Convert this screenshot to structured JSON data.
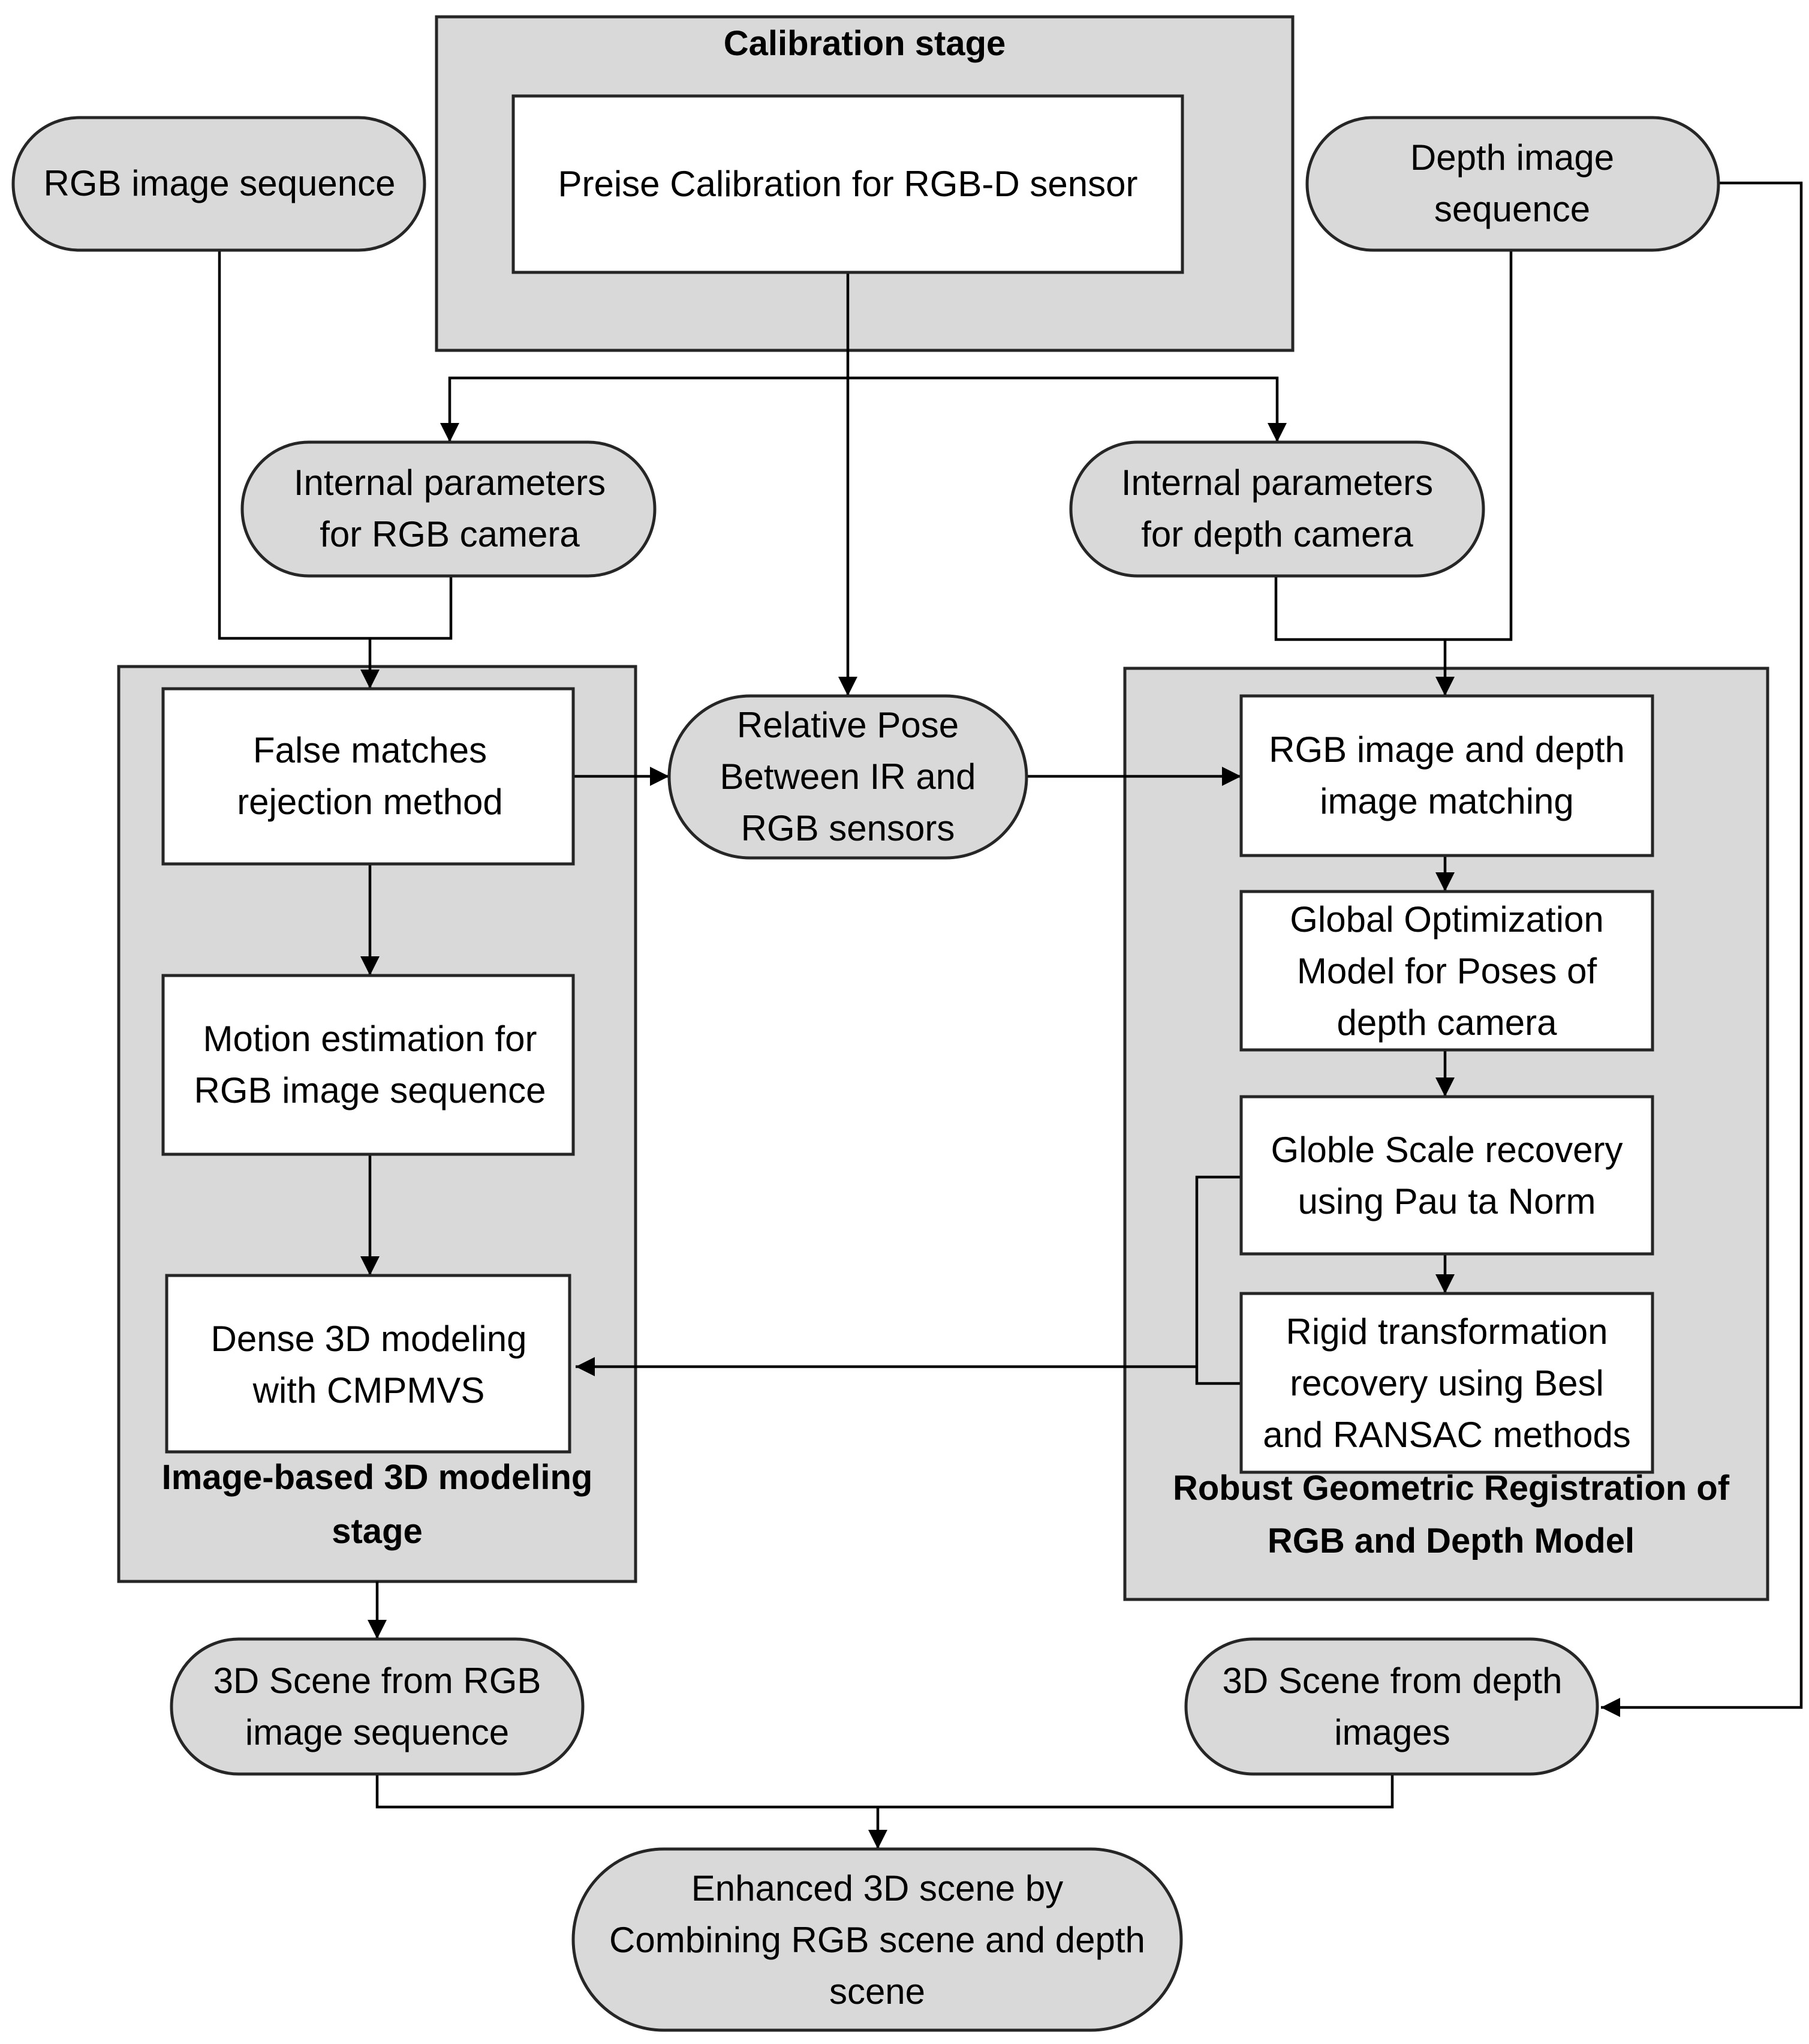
{
  "groups": {
    "calibration": {
      "title": [
        "Calibration stage"
      ]
    },
    "image_based": {
      "title": [
        "Image-based 3D modeling",
        "stage"
      ]
    },
    "registration": {
      "title": [
        "Robust Geometric Registration of",
        "RGB and Depth Model"
      ]
    }
  },
  "nodes": {
    "rgb_sequence": [
      "RGB image sequence"
    ],
    "depth_sequence": [
      "Depth image",
      "sequence"
    ],
    "precise_calibration": [
      "Preise Calibration for RGB-D sensor"
    ],
    "internal_rgb": [
      "Internal parameters",
      "for RGB camera"
    ],
    "internal_depth": [
      "Internal parameters",
      "for depth camera"
    ],
    "relative_pose": [
      "Relative Pose",
      "Between IR and",
      "RGB sensors"
    ],
    "false_matches": [
      "False matches",
      "rejection method"
    ],
    "motion_estimation": [
      "Motion estimation for",
      "RGB image sequence"
    ],
    "dense_modeling": [
      "Dense 3D modeling",
      "with CMPMVS"
    ],
    "rgb_depth_matching": [
      "RGB image and depth",
      "image matching"
    ],
    "global_optimization": [
      "Global Optimization",
      "Model for Poses of",
      "depth camera"
    ],
    "scale_recovery": [
      "Globle Scale recovery",
      "using Pau ta Norm"
    ],
    "rigid_transformation": [
      "Rigid transformation",
      "recovery using Besl",
      "and RANSAC methods"
    ],
    "scene_rgb": [
      "3D Scene from RGB",
      "image sequence"
    ],
    "scene_depth": [
      "3D Scene from depth",
      "images"
    ],
    "enhanced_scene": [
      "Enhanced 3D scene by",
      "Combining RGB scene and depth",
      "scene"
    ]
  },
  "style": {
    "terminal_fill": "#d9d9d9",
    "group_fill": "#d9d9d9",
    "box_fill": "#ffffff",
    "stroke": "#262626"
  }
}
